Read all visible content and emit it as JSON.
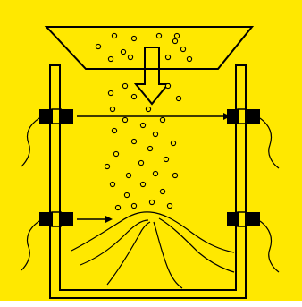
{
  "diagram": {
    "background_color": "#FFE800",
    "line_color": "#000000",
    "particle_fill": "#FFE800",
    "components": [
      "hopper",
      "falling-particles",
      "flow-arrow",
      "container",
      "sensors",
      "light-beams",
      "sand-pile"
    ],
    "sensor_pairs": 2,
    "beam_count": 2
  }
}
